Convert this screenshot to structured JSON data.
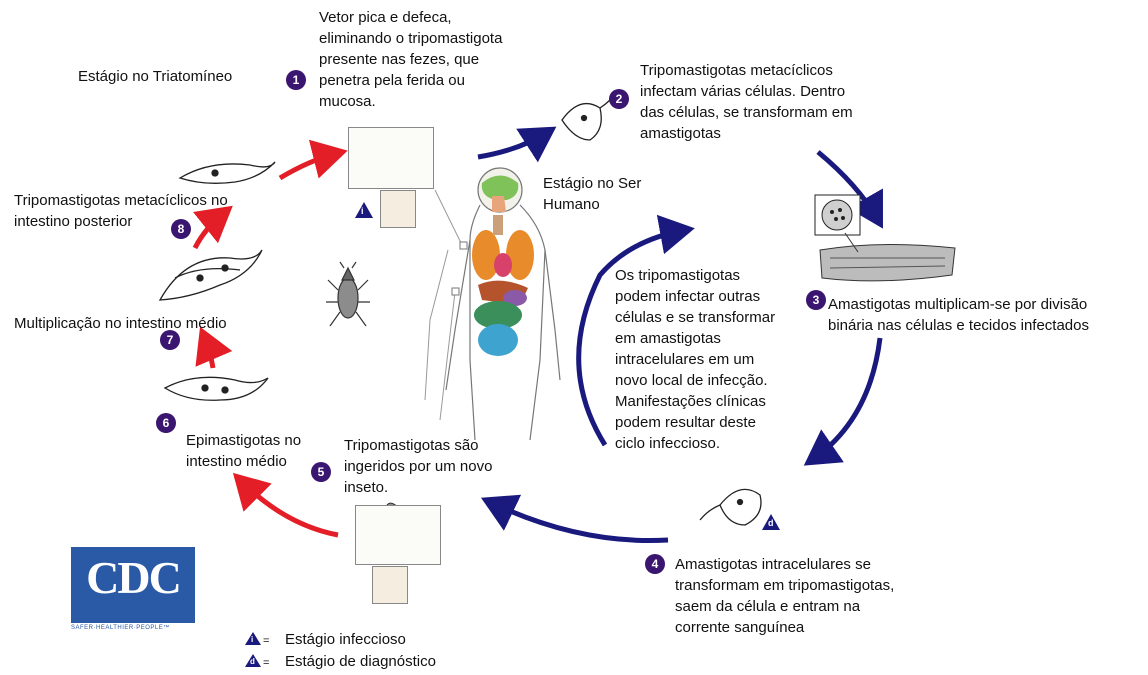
{
  "colors": {
    "red_arrow": "#e41e26",
    "blue_arrow": "#1a1a7e",
    "badge": "#3a1670",
    "cdc_blue": "#2a5aa6"
  },
  "labels": {
    "triatomine_stage": "Estágio no Triatomíneo",
    "human_stage": "Estágio no Ser\nHumano"
  },
  "steps": [
    {
      "num": "1",
      "text": "Vetor pica e defeca,\neliminando o tripomastigota\npresente nas fezes, que\npenetra pela ferida ou\nmucosa."
    },
    {
      "num": "2",
      "text": "Tripomastigotas metacíclicos\ninfectam várias células. Dentro\ndas células, se transformam em\namastigotas"
    },
    {
      "num": "3",
      "text": "Amastigotas multiplicam-se por divisão\nbinária nas células e tecidos infectados"
    },
    {
      "num": "4",
      "text": "Amastigotas intracelulares se\ntransformam em tripomastigotas,\nsaem da célula e entram na\ncorrente sanguínea"
    },
    {
      "num": "5",
      "text": "Tripomastigotas são\ningeridos por um novo\ninseto."
    },
    {
      "num": "6",
      "text": "Epimastigotas no\nintestino médio"
    },
    {
      "num": "7",
      "text": "Multiplicação no intestino médio"
    },
    {
      "num": "8",
      "text": "Tripomastigotas metacíclicos no\nintestino posterior"
    }
  ],
  "center_note": "Os tripomastigotas\npodem infectar outras\ncélulas e se transformar\nem amastigotas\nintracelulares em um\nnovo local de infecção.\nManifestações clínicas\npodem resultar deste\nciclo infeccioso.",
  "legend": {
    "infective_symbol": "i",
    "infective_label": "Estágio infeccioso",
    "diagnostic_symbol": "d",
    "diagnostic_label": "Estágio de diagnóstico"
  },
  "logo": {
    "text": "CDC",
    "tagline": "SAFER·HEALTHIER·PEOPLE™"
  }
}
